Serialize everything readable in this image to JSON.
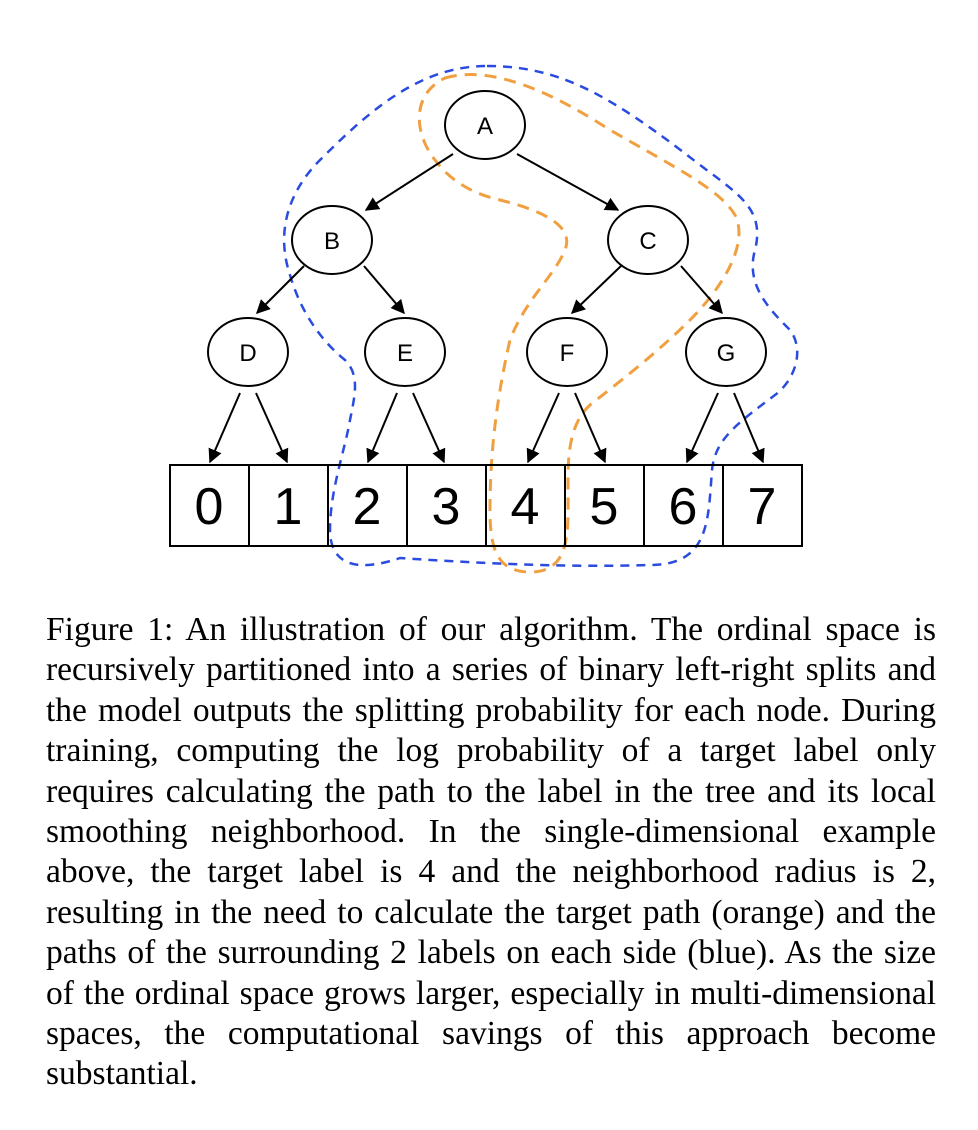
{
  "figure": {
    "nodes": [
      {
        "id": "A",
        "label": "A"
      },
      {
        "id": "B",
        "label": "B"
      },
      {
        "id": "C",
        "label": "C"
      },
      {
        "id": "D",
        "label": "D"
      },
      {
        "id": "E",
        "label": "E"
      },
      {
        "id": "F",
        "label": "F"
      },
      {
        "id": "G",
        "label": "G"
      }
    ],
    "leaves": [
      "0",
      "1",
      "2",
      "3",
      "4",
      "5",
      "6",
      "7"
    ],
    "colors": {
      "target_path": "#f0a040",
      "neighborhood": "#2a4be0",
      "ink": "#000000"
    }
  },
  "caption": {
    "text": "Figure 1:  An illustration of our algorithm. The ordinal space is recursively partitioned into a series of binary left-right splits and the model outputs the splitting probability for each node. During training, computing the log probability of a target label only requires calculating the path to the label in the tree and its local smoothing neighborhood. In the single-dimensional example above, the target label is 4 and the neighborhood radius is 2, resulting in the need to calculate the target path (orange) and the paths of the surrounding 2 labels on each side (blue). As the size of the ordinal space grows larger, especially in multi-dimensional spaces, the computational savings of this approach become substantial."
  }
}
